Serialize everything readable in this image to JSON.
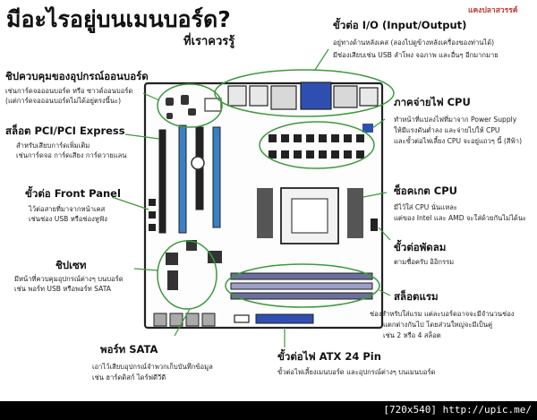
{
  "header": {
    "title": "มีอะไรอยู่บนเมนบอร์ด?",
    "subtitle": "ที่เราควรรู้",
    "credit": "แคงปลาสวรรค์"
  },
  "callouts": {
    "io": {
      "heading": "ขั้วต่อ I/O (Input/Output)",
      "desc1": "อยู่ทางด้านหลังเคส (ลองไปดูข้างหลังเครื่องของท่านได้)",
      "desc2": "มีช่องเสียบเช่น USB ลำโพง จอภาพ และอื่นๆ อีกมากมาย"
    },
    "chipset_onboard": {
      "heading": "ชิปควบคุมของอุปกรณ์ออนบอร์ด",
      "desc1": "เช่นการ์ดจอออนบอร์ด หรือ ซาวด์ออนบอร์ด",
      "desc2": "(แต่การ์ดจอออนบอร์ดไม่ได้อยู่ตรงนี้นะ)"
    },
    "pci": {
      "heading": "สล็อต PCI/PCI Express",
      "desc1": "สำหรับเสียบการ์ดเพิ่มเติม",
      "desc2": "เช่นการ์ดจอ การ์ดเสียง การ์ดวายแลน"
    },
    "front_panel": {
      "heading": "ขั้วต่อ Front Panel",
      "desc1": "ไว้ต่อสายที่มาจากหน้าเคส",
      "desc2": "เช่นช่อง USB หรือช่องหูฟัง"
    },
    "chipset": {
      "heading": "ชิปเซท",
      "desc1": "มีหน้าที่ควบคุมอุปกรณ์ต่างๆ บนบอร์ด",
      "desc2": "เช่น พอร์ท USB หรือพอร์ท SATA"
    },
    "power_cpu": {
      "heading": "ภาคจ่ายไฟ CPU",
      "desc1": "ทำหน้าที่แปลงไฟที่มาจาก Power Supply",
      "desc2": "ให้มีแรงดันต่ำลง และจ่ายไปให้ CPU",
      "desc3": "และขั้วต่อไฟเลี้ยง CPU จะอยู่แถวๆ นี้ (สีฟ้า)"
    },
    "cpu_socket": {
      "heading": "ซ็อคเกต CPU",
      "desc1": "มีไว้ใส่ CPU นั่นเเหละ",
      "desc2": "แต่ของ Intel และ AMD จะใส่ด้วยกันไม่ได้นะ"
    },
    "fan": {
      "heading": "ขั้วต่อพัดลม",
      "desc1": "ตามชื่อครับ อิอิกรรม"
    },
    "ram": {
      "heading": "สล็อตแรม",
      "desc1": "ช่องสำหรับใส่แรม แต่ละบอร์ดอาจจะมีจำนวนช่อง",
      "desc2": "แตกต่างกันไป โดยส่วนใหญ่จะมีเป็นคู่",
      "desc3": "เช่น 2 หรือ 4 สล็อต"
    },
    "sata": {
      "heading": "พอร์ท SATA",
      "desc1": "เอาไว้เสียบอุปกรณ์จำพวกเก็บบันทึกข้อมูล",
      "desc2": "เช่น ฮาร์ดดิสก์ ไดร์ฟดีวีดี"
    },
    "atx": {
      "heading": "ขั้วต่อไฟ ATX 24 Pin",
      "desc1": "ขั้วต่อไฟเลี้ยงเมนบอร์ด และอุปกรณ์ต่างๆ บนเมนบอร์ด"
    }
  },
  "footer": {
    "watermark": "[720x540] http://upic.me/"
  },
  "colors": {
    "pcie_slot": "#3b7fc4",
    "ram_slot": "#6a6f9c",
    "power_connector": "#2f4fb0",
    "highlight_ring": "#3c9a3c",
    "credit": "#c0392b"
  }
}
